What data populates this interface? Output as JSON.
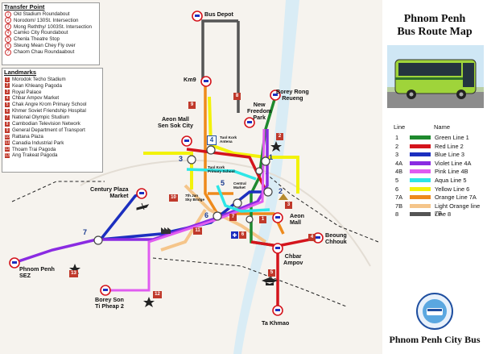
{
  "transfer_points": {
    "heading": "Transfer Point",
    "items": [
      {
        "n": "1",
        "label": "Old Stadium Roundabout"
      },
      {
        "n": "2",
        "label": "Norodom/ 130St. Intersection"
      },
      {
        "n": "3",
        "label": "Mong Reththy/ 1003St. Intersection"
      },
      {
        "n": "4",
        "label": "Camko City Roundabout"
      },
      {
        "n": "5",
        "label": "Chenla Theatre Stop"
      },
      {
        "n": "6",
        "label": "Steung Mean Chey Fly over"
      },
      {
        "n": "7",
        "label": "Chaom Chau Roundaabout"
      }
    ]
  },
  "landmarks": {
    "heading": "Landmarks",
    "items": [
      {
        "n": "1",
        "label": "Morodok Techo Stadium"
      },
      {
        "n": "2",
        "label": "Kean Khleang Pagoda"
      },
      {
        "n": "3",
        "label": "Royal Palace"
      },
      {
        "n": "4",
        "label": "Chbar Ampov Market"
      },
      {
        "n": "5",
        "label": "Chak Angre Krom Primary School"
      },
      {
        "n": "6",
        "label": "Khmer Soviet Friendship Hospital"
      },
      {
        "n": "7",
        "label": "National Olympic Studium"
      },
      {
        "n": "8",
        "label": "Cambodian Television Network"
      },
      {
        "n": "9",
        "label": "General Department of Transport"
      },
      {
        "n": "10",
        "label": "Rattana Plaza"
      },
      {
        "n": "11",
        "label": "Canadia Industrial Park"
      },
      {
        "n": "12",
        "label": "Thoam Trai Pagoda"
      },
      {
        "n": "13",
        "label": "Ang Trakeat Pagoda"
      }
    ]
  },
  "places": {
    "bus_depot": "Bus Depot",
    "km9": "Km9",
    "borey_rong_reueng_1": "Borey Rong",
    "borey_rong_reueng_2": "Reueng",
    "aeon_sensok_1": "Aeon Mall",
    "aeon_sensok_2": "Sen Sok City",
    "new_freedom_1": "New",
    "new_freedom_2": "Freedom",
    "new_freedom_3": "Park",
    "tuol_kork_antena_1": "Tuol Kork",
    "tuol_kork_antena_2": "Antena",
    "tuol_kork_school_1": "Tuol Kork",
    "tuol_kork_school_2": "Primary School",
    "central_market_1": "Central",
    "central_market_2": "Market",
    "century_plaza_1": "Century Plaza",
    "century_plaza_2": "Market",
    "seventh_january_1": "7th Jan",
    "seventh_january_2": "Sky Bridge",
    "aeon_mall_1": "Aeon",
    "aeon_mall_2": "Mall",
    "beoung_chhouk_1": "Beoung",
    "beoung_chhouk_2": "Chhouk",
    "chbar_ampov_1": "Chbar",
    "chbar_ampov_2": "Ampov",
    "sez_1": "Phnom Penh",
    "sez_2": "SEZ",
    "borey_son_1": "Borey Son",
    "borey_son_2": "Ti Pheap 2",
    "ta_khmao": "Ta Khmao"
  },
  "map_numbers": {
    "tp1": "1",
    "tp2": "2",
    "tp3": "3",
    "tp4": "4",
    "tp5": "5",
    "tp6": "6",
    "tp7": "7",
    "l1": "1",
    "l2": "2",
    "l3": "3",
    "l4": "4",
    "l5": "5",
    "l6": "6",
    "l7": "7",
    "l8": "8",
    "l9": "9",
    "l10": "10",
    "l11": "11",
    "l12": "12",
    "l13": "13"
  },
  "sidebar": {
    "title_1": "Phnom Penh",
    "title_2": "Bus Route Map",
    "legend_line_header": "Line",
    "legend_name_header": "Name",
    "footer": "Phnom Penh City Bus"
  },
  "legend": [
    {
      "code": "1",
      "name": "Green Line 1",
      "color": "#1e8a2e"
    },
    {
      "code": "2",
      "name": "Red Line 2",
      "color": "#d4141c"
    },
    {
      "code": "3",
      "name": "Blue Line 3",
      "color": "#1c2fbf"
    },
    {
      "code": "4A",
      "name": "Violet Line 4A",
      "color": "#8a2be2"
    },
    {
      "code": "4B",
      "name": "Pink Line 4B",
      "color": "#e05cf0"
    },
    {
      "code": "5",
      "name": "Aqua Line 5",
      "color": "#2ee6e6"
    },
    {
      "code": "6",
      "name": "Yellow Line 6",
      "color": "#f2f20a"
    },
    {
      "code": "7A",
      "name": "Orange Line 7A",
      "color": "#ee8a1c"
    },
    {
      "code": "7B",
      "name": "Light Orange line 7B",
      "color": "#f5c58a"
    },
    {
      "code": "8",
      "name": "Line 8",
      "color": "#555555"
    }
  ]
}
